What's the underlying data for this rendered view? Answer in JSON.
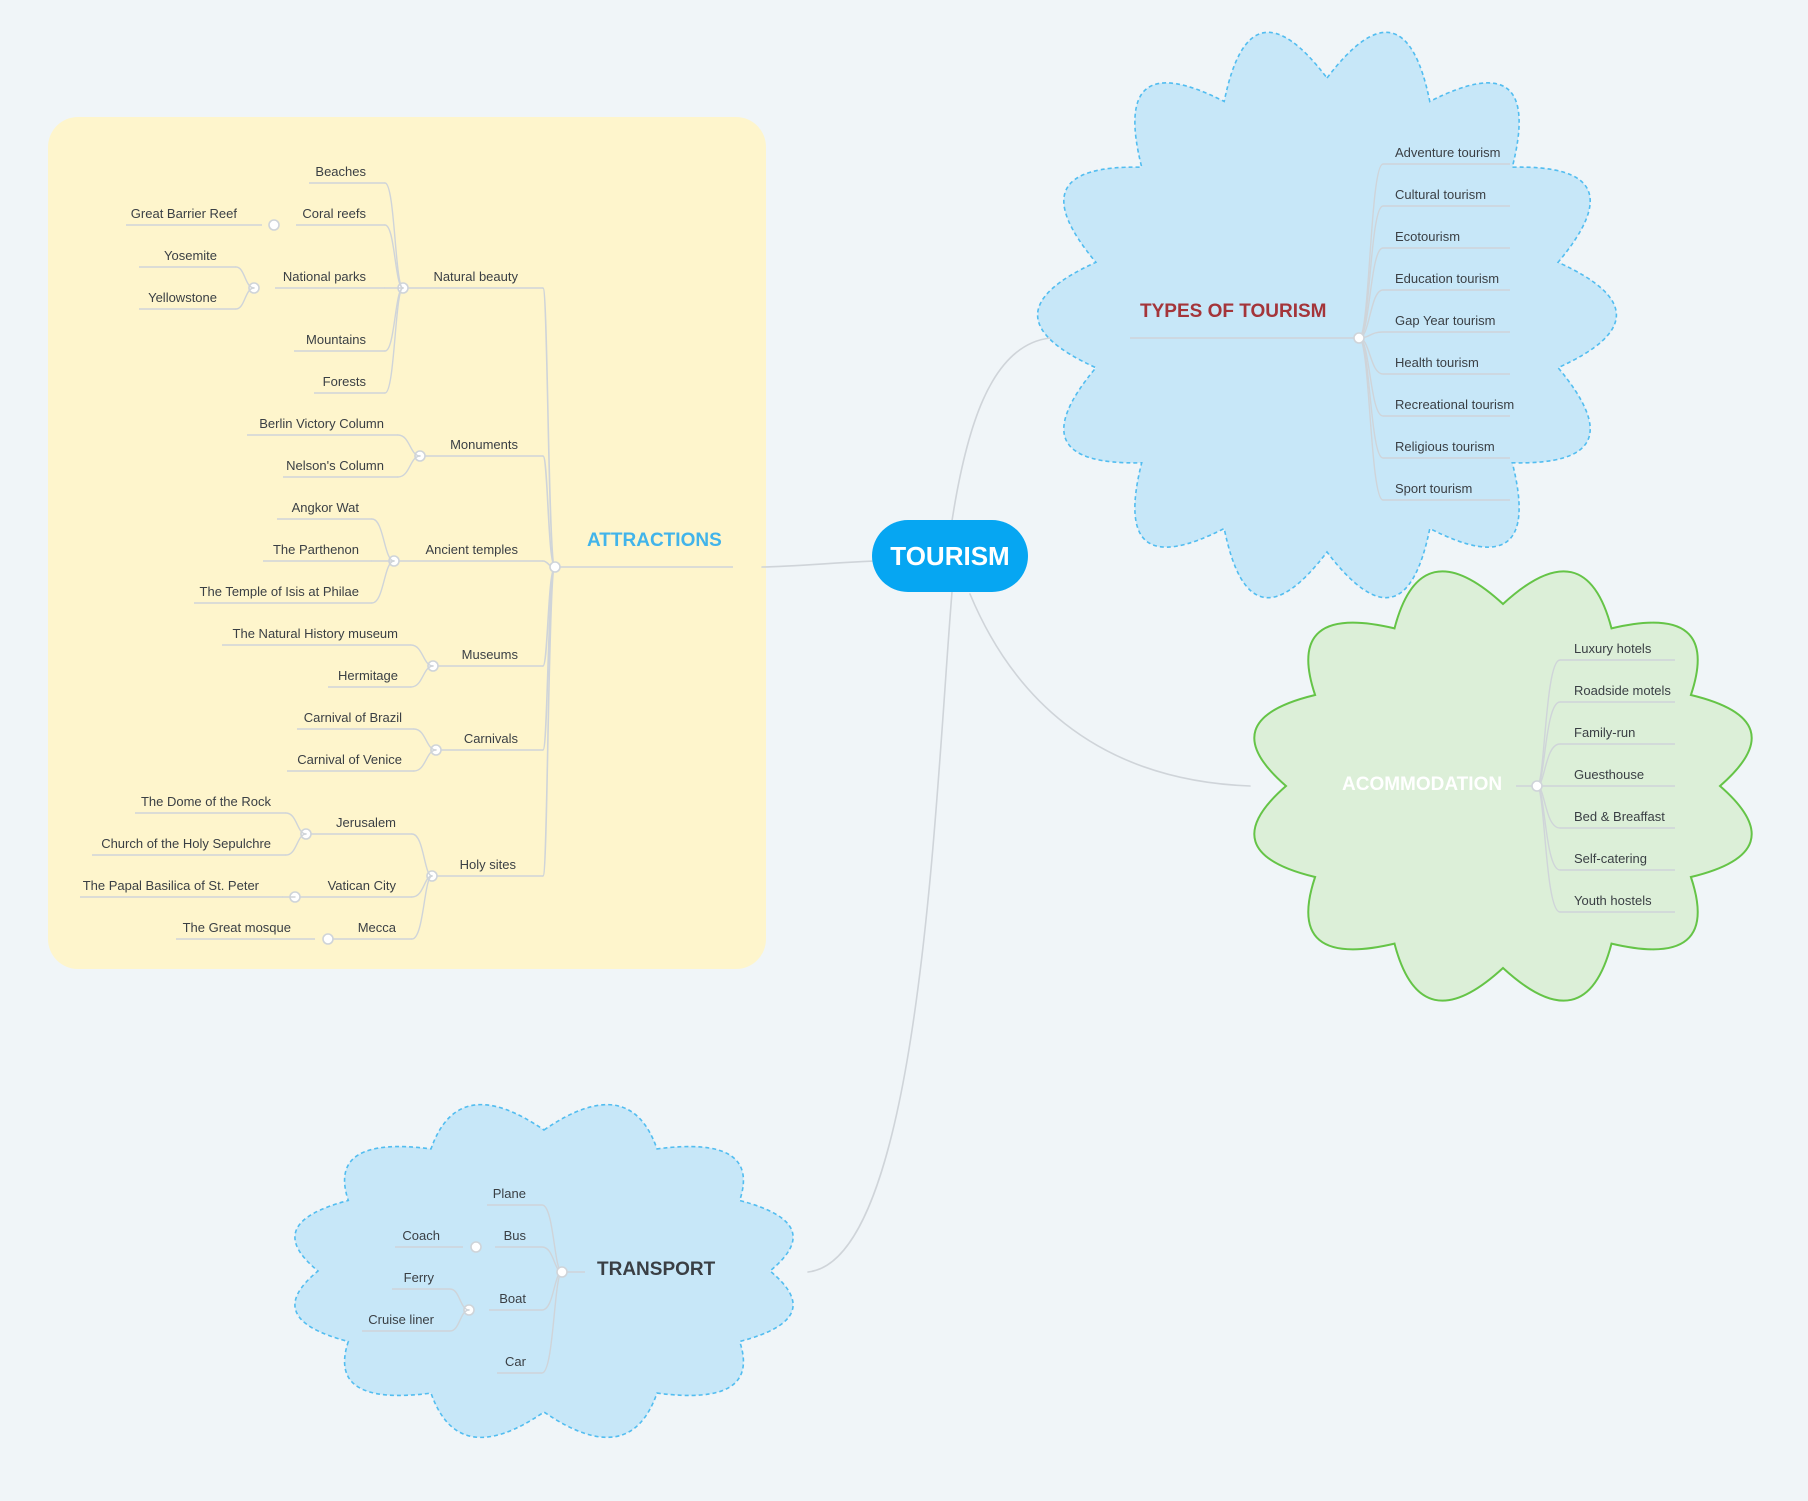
{
  "central": {
    "label": "TOURISM"
  },
  "colors": {
    "background": "#f0f5f8",
    "central_fill": "#06a6f2",
    "attractions_label": "#42b4ea",
    "types_label": "#a4353a",
    "accommodation_label": "#ffffff",
    "transport_label": "#3a3f44",
    "attractions_panel": "#fef5cc",
    "blue_cloud": "#c7e7f8",
    "blue_cloud_border": "#52bdf0",
    "green_cloud": "#dcefd8",
    "green_cloud_border": "#65c447",
    "connector": "#cfd4d9"
  },
  "attractions": {
    "label": "ATTRACTIONS",
    "groups": [
      {
        "label": "Natural beauty",
        "children": [
          {
            "label": "Beaches"
          },
          {
            "label": "Coral reefs",
            "children": [
              {
                "label": "Great Barrier Reef"
              }
            ]
          },
          {
            "label": "National parks",
            "children": [
              {
                "label": "Yosemite"
              },
              {
                "label": "Yellowstone"
              }
            ]
          },
          {
            "label": "Mountains"
          },
          {
            "label": "Forests"
          }
        ]
      },
      {
        "label": "Monuments",
        "children": [
          {
            "label": "Berlin Victory Column"
          },
          {
            "label": "Nelson's Column"
          }
        ]
      },
      {
        "label": "Ancient temples",
        "children": [
          {
            "label": "Angkor Wat"
          },
          {
            "label": "The Parthenon"
          },
          {
            "label": "The Temple of Isis at Philae"
          }
        ]
      },
      {
        "label": "Museums",
        "children": [
          {
            "label": "The Natural History museum"
          },
          {
            "label": "Hermitage"
          }
        ]
      },
      {
        "label": "Carnivals",
        "children": [
          {
            "label": "Carnival of Brazil"
          },
          {
            "label": "Carnival of Venice"
          }
        ]
      },
      {
        "label": "Holy sites",
        "children": [
          {
            "label": "Jerusalem",
            "children": [
              {
                "label": "The Dome of the Rock"
              },
              {
                "label": "Church of the Holy Sepulchre"
              }
            ]
          },
          {
            "label": "Vatican City",
            "children": [
              {
                "label": "The Papal Basilica of St. Peter"
              }
            ]
          },
          {
            "label": "Mecca",
            "children": [
              {
                "label": "The Great mosque"
              }
            ]
          }
        ]
      }
    ]
  },
  "types_of_tourism": {
    "label": "TYPES OF TOURISM",
    "items": [
      "Adventure tourism",
      "Cultural tourism",
      "Ecotourism",
      "Education tourism",
      "Gap Year tourism",
      "Health tourism",
      "Recreational tourism",
      "Religious tourism",
      "Sport tourism"
    ]
  },
  "accommodation": {
    "label": "ACOMMODATION",
    "items": [
      "Luxury hotels",
      "Roadside motels",
      "Family-run",
      "Guesthouse",
      "Bed & Breaffast",
      "Self-catering",
      "Youth hostels"
    ]
  },
  "transport": {
    "label": "TRANSPORT",
    "groups": [
      {
        "label": "Plane"
      },
      {
        "label": "Bus",
        "children": [
          {
            "label": "Coach"
          }
        ]
      },
      {
        "label": "Boat",
        "children": [
          {
            "label": "Ferry"
          },
          {
            "label": "Cruise liner"
          }
        ]
      },
      {
        "label": "Car"
      }
    ]
  }
}
